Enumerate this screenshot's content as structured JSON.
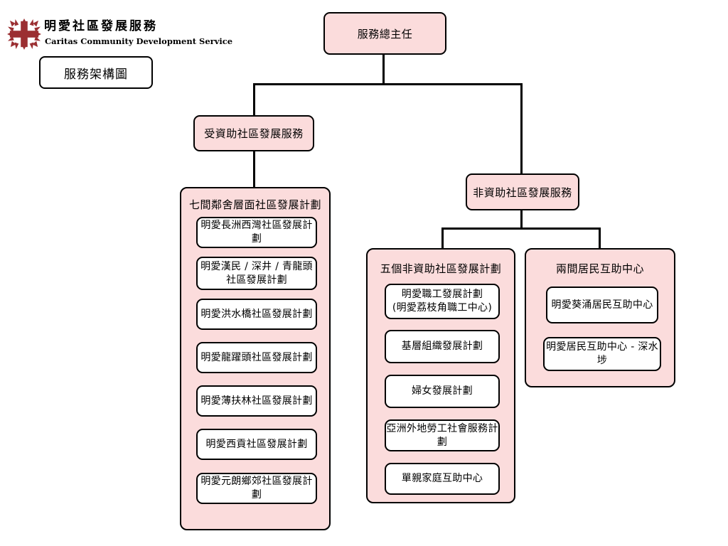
{
  "brand": {
    "logo_icon": "caritas-cross-icon",
    "name_cn": "明愛社區發展服務",
    "name_en": "Caritas Community Development Service",
    "logo_color": "#9B2F32"
  },
  "title_box": {
    "label": "服務架構圖"
  },
  "colors": {
    "node_fill": "#FBDCDC",
    "leaf_fill": "#FFFFFF",
    "border": "#000000",
    "background": "#FFFFFF"
  },
  "chart_nodes": {
    "root": "服務總主任",
    "level2_left": "受資助社區發展服務",
    "level2_right": "非資助社區發展服務"
  },
  "groups": {
    "subsidized": {
      "title": "七間鄰舍層面社區發展計劃",
      "items": [
        "明愛長洲西灣社區發展計劃",
        "明愛漢民 / 深井 / 青龍頭\n社區發展計劃",
        "明愛洪水橋社區發展計劃",
        "明愛龍躍頭社區發展計劃",
        "明愛薄扶林社區發展計劃",
        "明愛西貢社區發展計劃",
        "明愛元朗鄉郊社區發展計劃"
      ]
    },
    "non_subsidized": {
      "title": "五個非資助社區發展計劃",
      "items": [
        "明愛職工發展計劃\n(明愛荔枝角職工中心)",
        "基層組織發展計劃",
        "婦女發展計劃",
        "亞洲外地勞工社會服務計劃",
        "單親家庭互助中心"
      ]
    },
    "mutual_aid": {
      "title": "兩間居民互助中心",
      "items": [
        "明愛葵涌居民互助中心",
        "明愛居民互助中心 - 深水埗"
      ]
    }
  }
}
